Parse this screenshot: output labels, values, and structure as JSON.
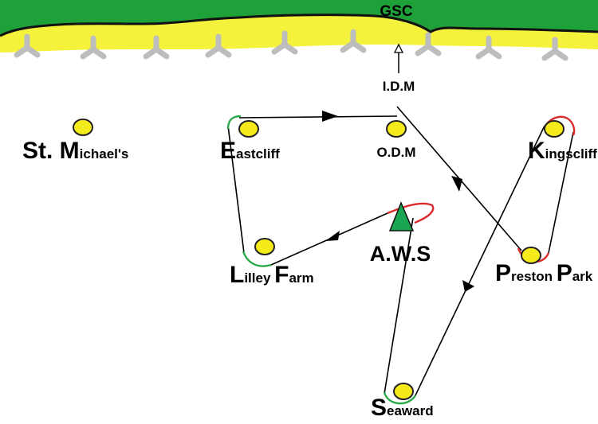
{
  "header": {
    "label": "GSC"
  },
  "colors": {
    "grass": "#1fa13a",
    "sand": "#f4f23a",
    "coast_line": "#111111",
    "groyne": "#bdbdbd",
    "station_fill": "#f5ea1a",
    "station_outline": "#222222",
    "route": "#000000",
    "bend_green": "#2aa84a",
    "bend_red": "#d92b2b",
    "aws_marker": "#1aa550"
  },
  "stations": {
    "st_michaels": {
      "initial": "St. M",
      "rest": "ichael's"
    },
    "eastcliff": {
      "initial": "E",
      "rest": "astcliff"
    },
    "odm": {
      "label": "O.D.M"
    },
    "kingscliff": {
      "initial": "K",
      "rest": "ingscliff"
    },
    "lilley_farm": {
      "initial1": "L",
      "rest1": "illey ",
      "initial2": "F",
      "rest2": "arm"
    },
    "preston_park": {
      "initial1": "P",
      "rest1": "reston ",
      "initial2": "P",
      "rest2": "ark"
    },
    "seaward": {
      "initial": "S",
      "rest": "eaward"
    }
  },
  "aws": {
    "label": "A.W.S"
  },
  "idm": {
    "label": "I.D.M"
  }
}
